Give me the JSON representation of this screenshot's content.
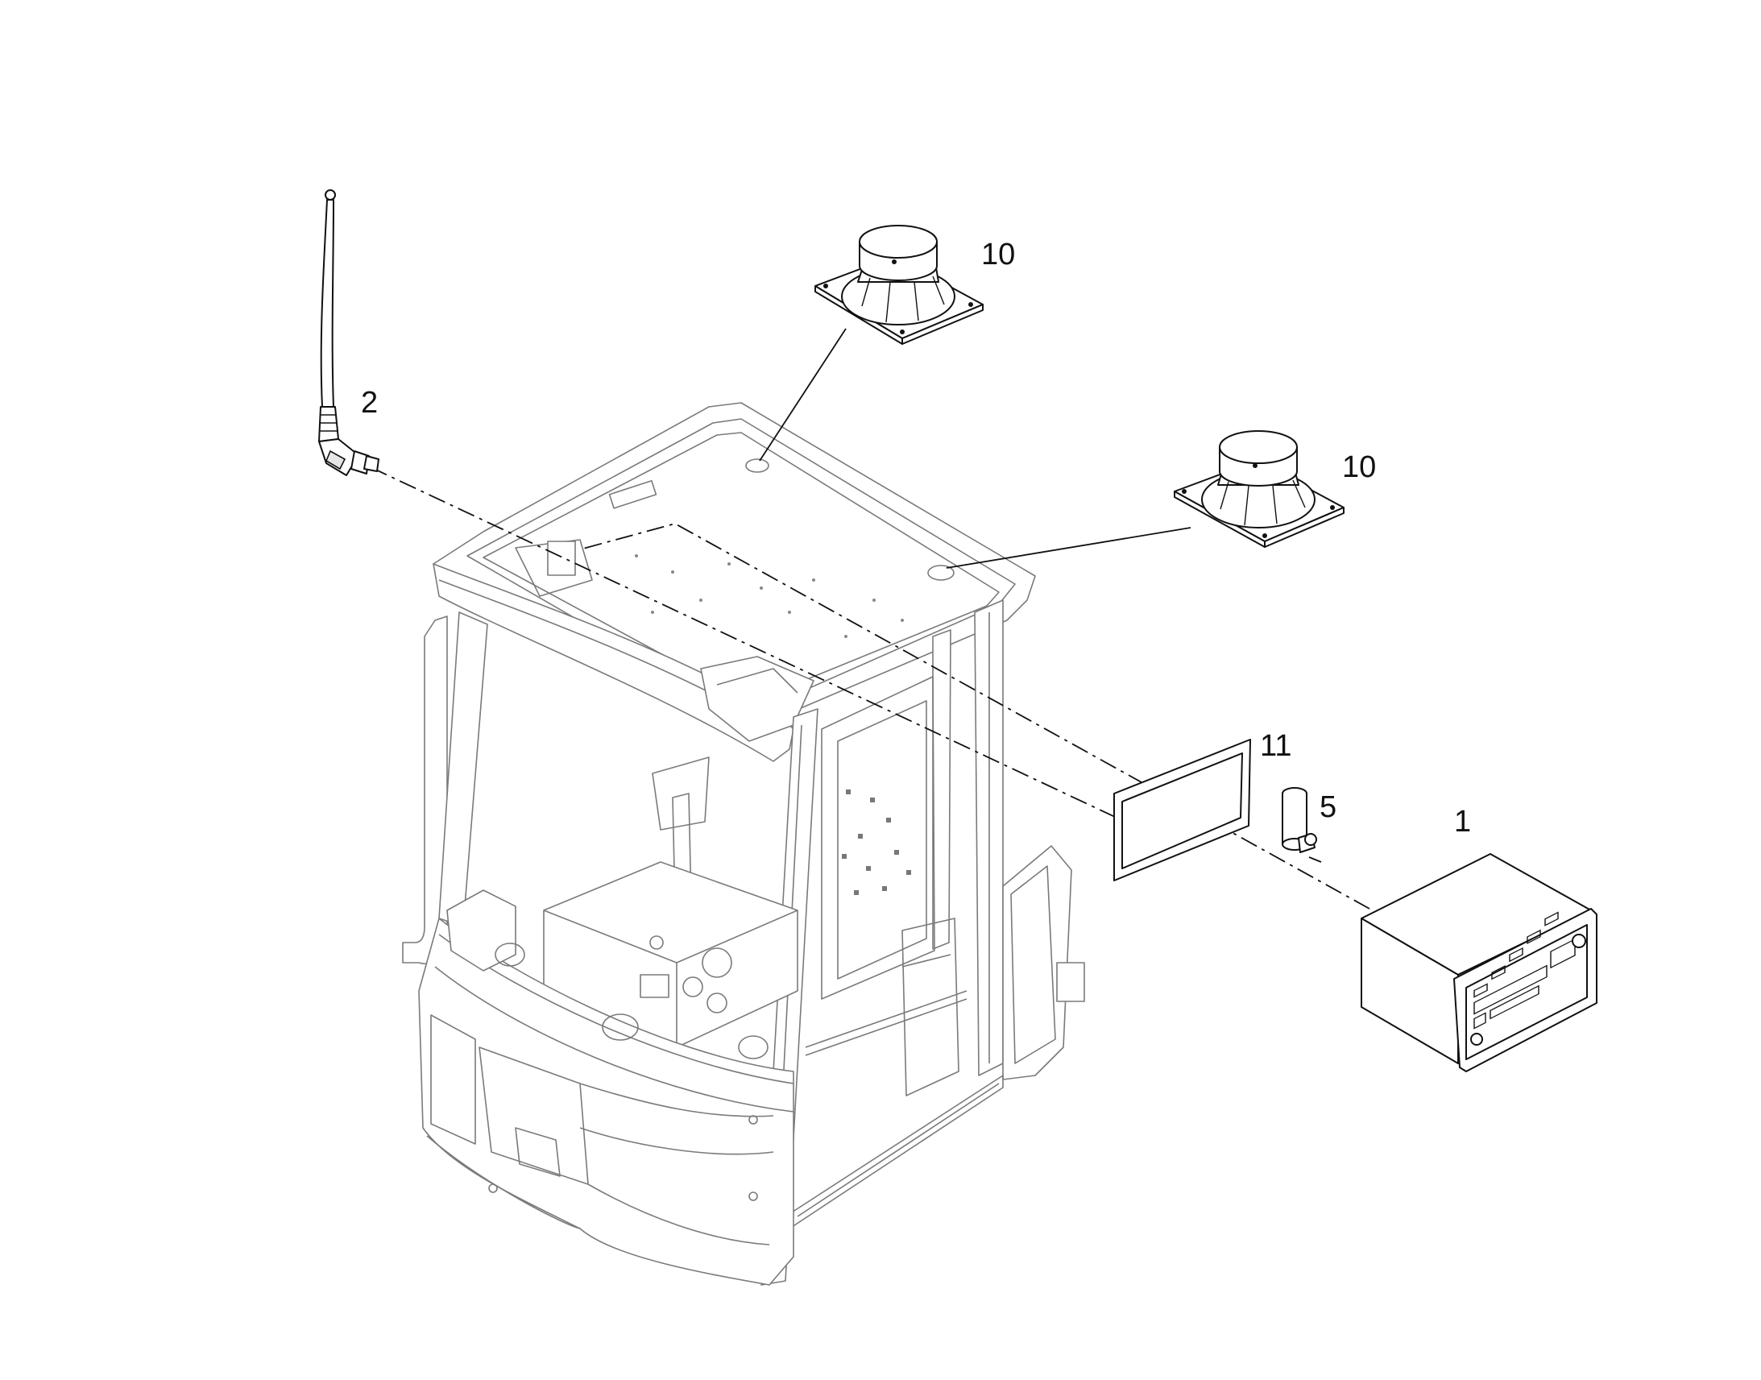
{
  "callouts": {
    "antenna": "2",
    "speaker_rear": "10",
    "speaker_front": "10",
    "frame_plate": "11",
    "connector": "5",
    "radio": "1"
  }
}
